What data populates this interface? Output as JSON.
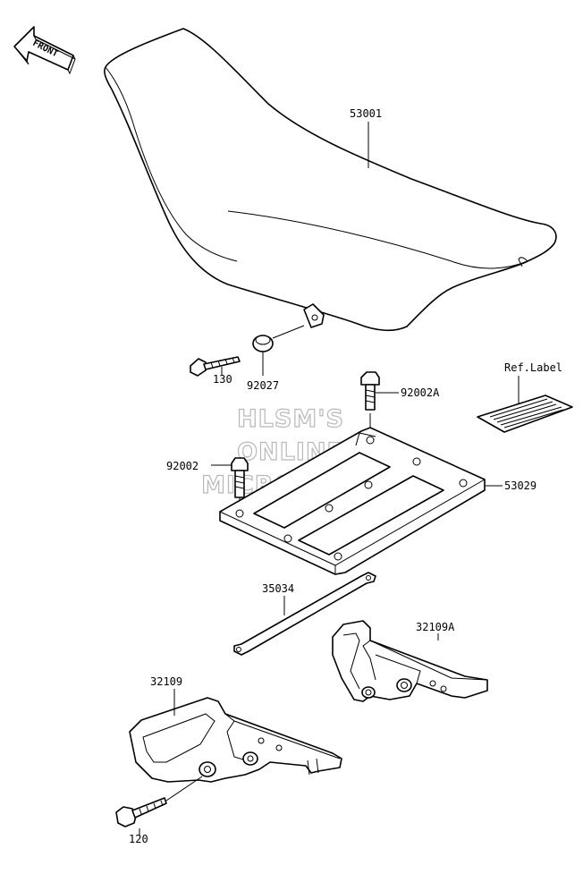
{
  "front_arrow": {
    "label": "FRONT"
  },
  "watermark": {
    "line1": "HLSM'S",
    "line2": "ONLINE",
    "line3": "MICROFICHE"
  },
  "ref_label": {
    "text": "Ref.Label"
  },
  "parts": {
    "seat": "53001",
    "rubber_damper": "92027",
    "bolt_130": "130",
    "bolt_92002a": "92002A",
    "bolt_92002": "92002",
    "seat_plate": "53029",
    "strap": "35034",
    "bracket_a": "32109A",
    "bracket": "32109",
    "bolt_120": "120"
  }
}
